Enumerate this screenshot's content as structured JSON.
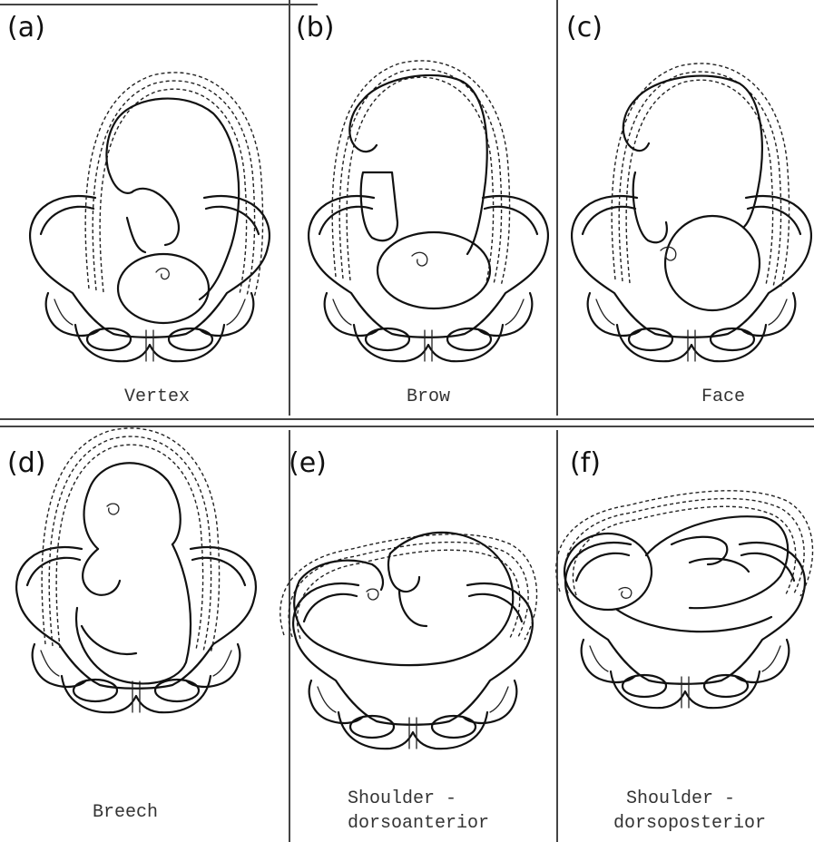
{
  "panels": [
    {
      "id": "a",
      "letter": "(a)",
      "caption": "Vertex"
    },
    {
      "id": "b",
      "letter": "(b)",
      "caption": "Brow"
    },
    {
      "id": "c",
      "letter": "(c)",
      "caption": "Face"
    },
    {
      "id": "d",
      "letter": "(d)",
      "caption": "Breech"
    },
    {
      "id": "e",
      "letter": "(e)",
      "caption_line1": "Shoulder -",
      "caption_line2": "dorsoanterior"
    },
    {
      "id": "f",
      "letter": "(f)",
      "caption_line1": "Shoulder -",
      "caption_line2": "dorsoposterior"
    }
  ]
}
